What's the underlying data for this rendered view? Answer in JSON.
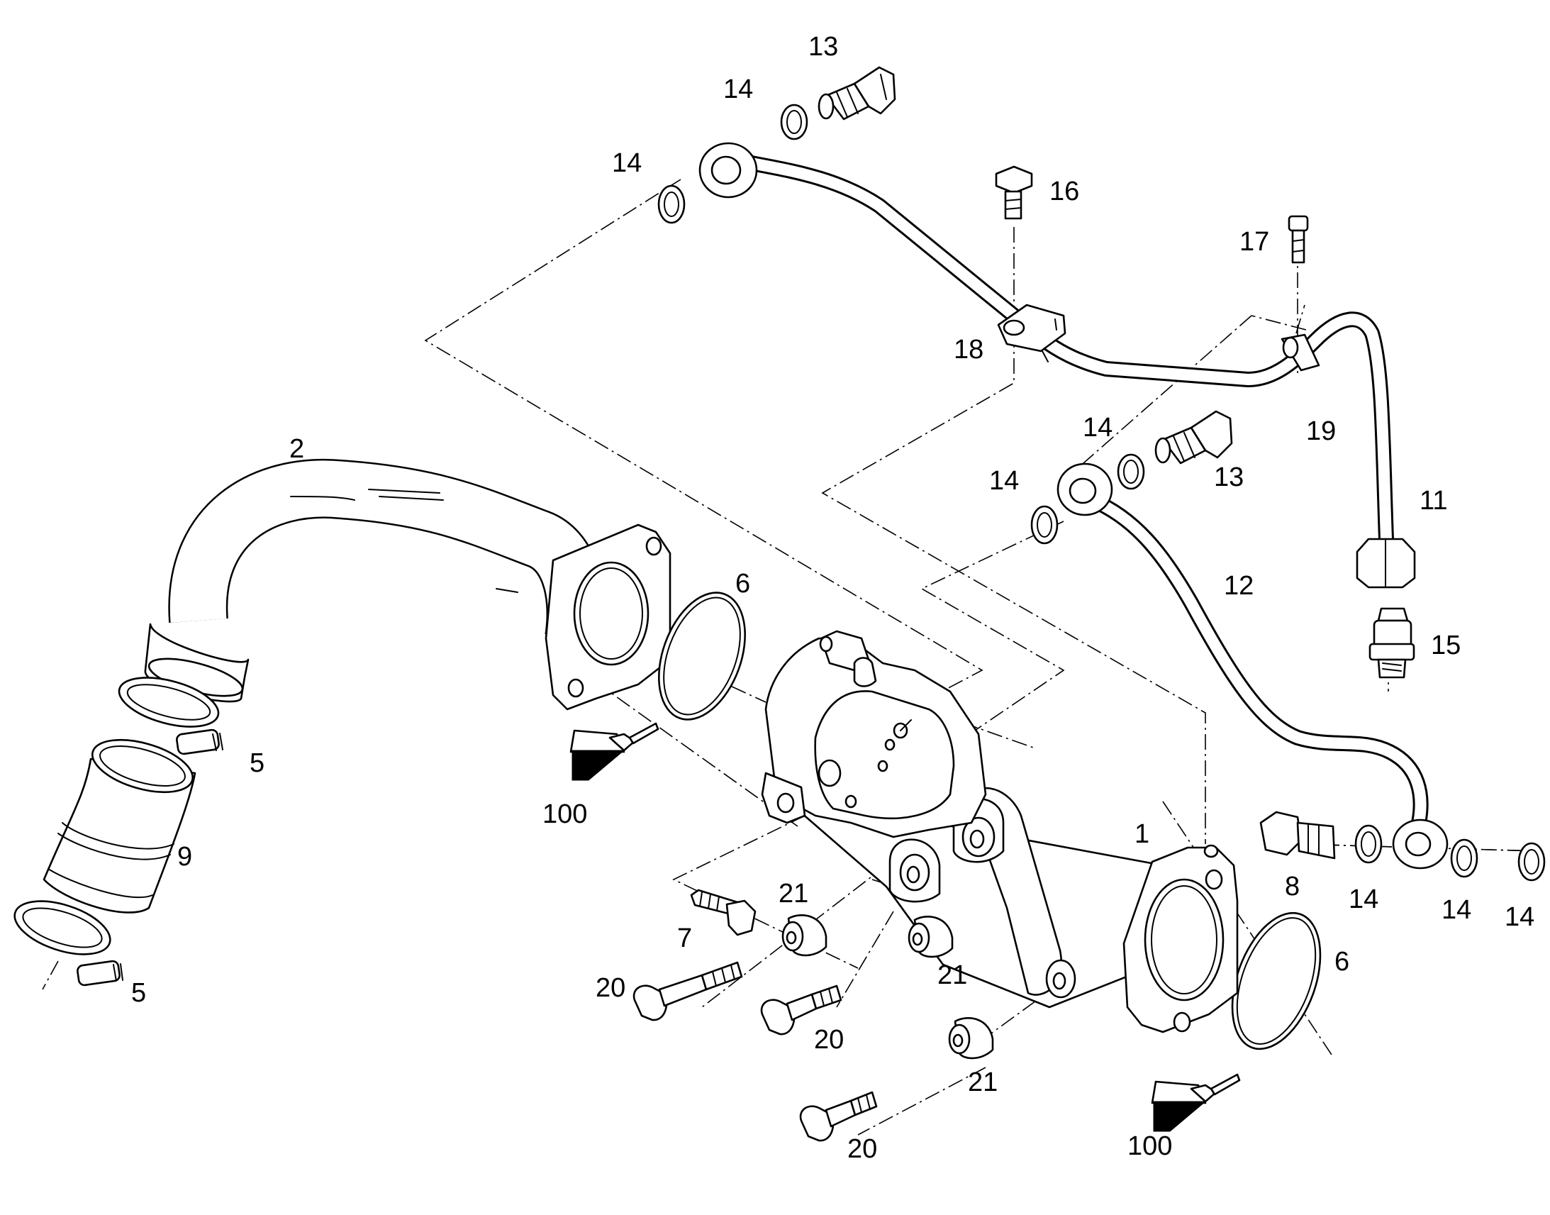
{
  "callouts": {
    "c1": "1",
    "c2": "2",
    "c5a": "5",
    "c5b": "5",
    "c6a": "6",
    "c6b": "6",
    "c7": "7",
    "c8": "8",
    "c9": "9",
    "c11": "11",
    "c12": "12",
    "c13a": "13",
    "c13b": "13",
    "c14a": "14",
    "c14b": "14",
    "c14c": "14",
    "c14d": "14",
    "c14e": "14",
    "c14f": "14",
    "c14g": "14",
    "c15": "15",
    "c16": "16",
    "c17": "17",
    "c18": "18",
    "c19": "19",
    "c20a": "20",
    "c20b": "20",
    "c20c": "20",
    "c21a": "21",
    "c21b": "21",
    "c21c": "21",
    "c100a": "100",
    "c100b": "100"
  }
}
